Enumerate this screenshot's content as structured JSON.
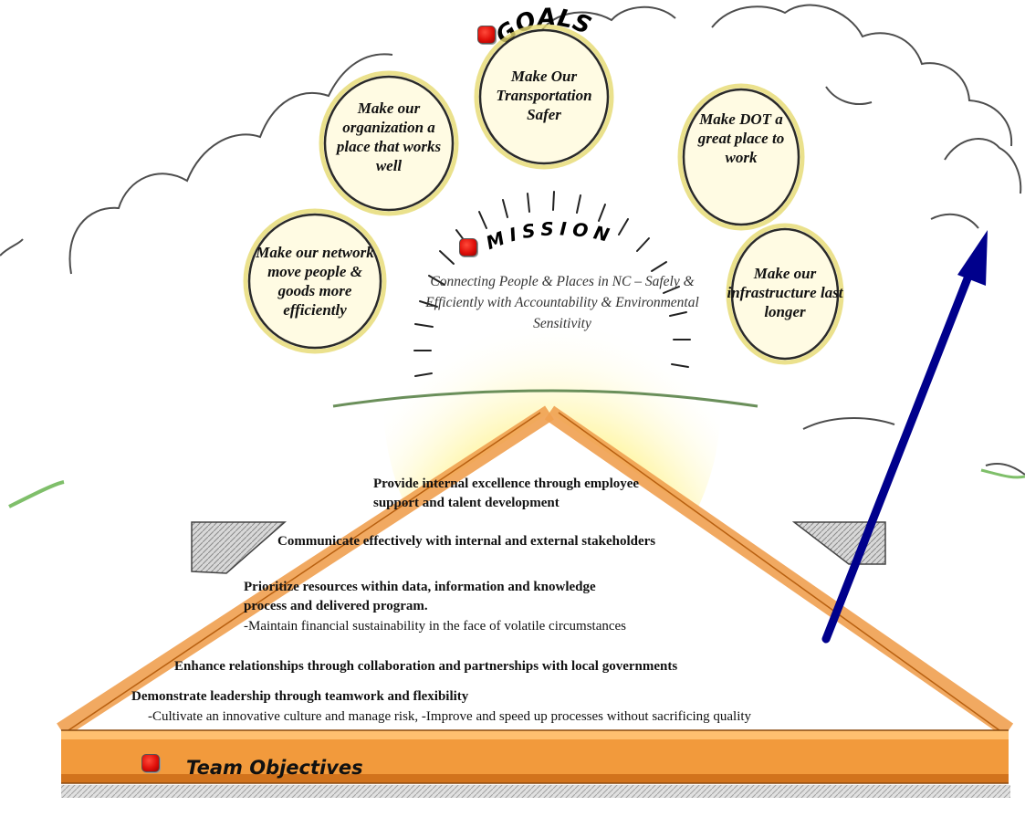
{
  "colors": {
    "sky_outline": "#5a5a5a",
    "goal_circle_fill": "#fffbe3",
    "goal_circle_stroke": "#1e1e1e",
    "goal_circle_glow": "#e8e070",
    "sun_glow": "#fff8b0",
    "pyramid_fill": "#ffb060",
    "pyramid_stroke": "#c86818",
    "bullet_red": "#e0100a",
    "arrow": "#00008c"
  },
  "goals": {
    "title": "GOALS",
    "items": [
      {
        "id": "safer",
        "text": "Make Our Transportation Safer"
      },
      {
        "id": "organization",
        "text": "Make our organization a place that works well"
      },
      {
        "id": "dot",
        "text": "Make DOT a great place to work"
      },
      {
        "id": "network",
        "text": "Make our network move people & goods more efficiently"
      },
      {
        "id": "infrastructure",
        "text": "Make our infrastructure last longer"
      }
    ]
  },
  "mission": {
    "title": "MISSION",
    "statement": "Connecting People & Places in NC – Safely & Efficiently with Accountability & Environmental Sensitivity"
  },
  "objectives": {
    "title": "Team Objectives",
    "items": [
      {
        "line1": "Provide internal excellence through employee",
        "line2": "support and talent development"
      },
      {
        "line1": "Communicate effectively with internal and external stakeholders"
      },
      {
        "line1": "Prioritize resources within data, information and knowledge",
        "line2": "process and delivered program.",
        "sub": "-Maintain financial sustainability in the face of volatile circumstances"
      },
      {
        "line1": "Enhance relationships through collaboration and partnerships with local governments"
      },
      {
        "line1": "Demonstrate leadership through teamwork and flexibility",
        "sub": "-Cultivate an innovative culture and manage risk, -Improve and speed up processes without sacrificing quality"
      }
    ]
  }
}
